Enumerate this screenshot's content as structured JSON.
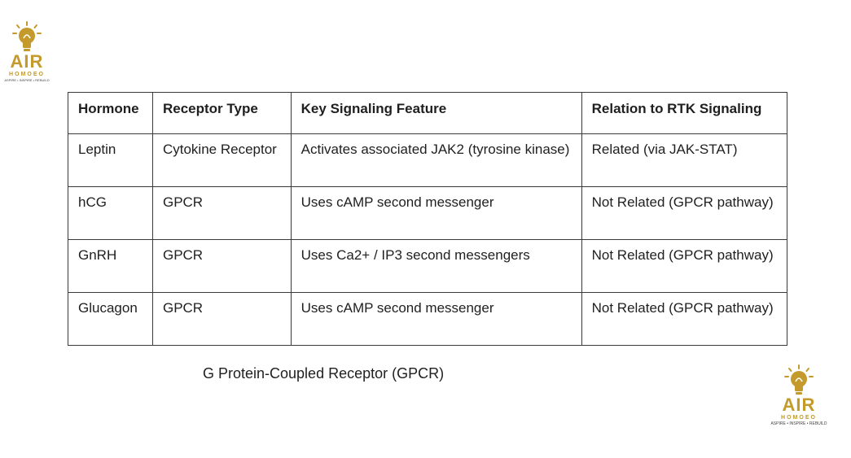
{
  "logo": {
    "word": "AIR",
    "sub": "HOMOEO",
    "tagline": "ASPIRE • INSPIRE • REBUILD",
    "color": "#c39a2b"
  },
  "table": {
    "headers": [
      "Hormone",
      "Receptor Type",
      "Key Signaling Feature",
      "Relation to RTK Signaling"
    ],
    "rows": [
      [
        "Leptin",
        "Cytokine Receptor",
        "Activates associated JAK2 (tyrosine kinase)",
        "Related (via JAK-STAT)"
      ],
      [
        "hCG",
        "GPCR",
        "Uses cAMP second messenger",
        "Not Related (GPCR pathway)"
      ],
      [
        "GnRH",
        "GPCR",
        "Uses Ca2+ / IP3 second messengers",
        "Not Related (GPCR pathway)"
      ],
      [
        "Glucagon",
        "GPCR",
        "Uses cAMP second messenger",
        "Not Related (GPCR pathway)"
      ]
    ]
  },
  "caption": "G Protein-Coupled Receptor (GPCR)"
}
